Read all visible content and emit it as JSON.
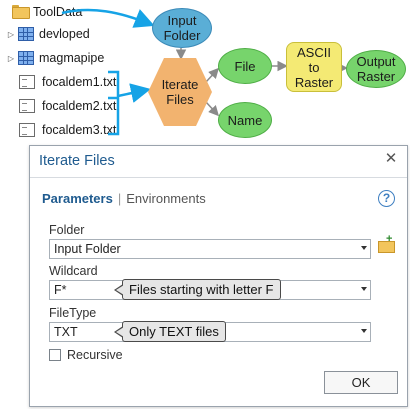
{
  "tree": {
    "root": "ToolData",
    "items": [
      "devloped",
      "magmapipe",
      "focaldem1.txt",
      "focaldem2.txt",
      "focaldem3.txt"
    ]
  },
  "diagram": {
    "input": "Input Folder",
    "iterate": "Iterate Files",
    "file": "File",
    "name": "Name",
    "ascii": "ASCII to Raster",
    "output": "Output Raster",
    "colors": {
      "connector": "#16a3e6",
      "input_node": "#5aaed6",
      "iterate_node": "#f2b36f",
      "variable_node": "#77d46c",
      "tool_node": "#f4ea74"
    }
  },
  "dialog": {
    "title": "Iterate Files",
    "tab_parameters": "Parameters",
    "tab_separator": "|",
    "tab_environments": "Environments",
    "help_symbol": "?",
    "close_symbol": "✕",
    "folder_label": "Folder",
    "folder_value": "Input Folder",
    "wildcard_label": "Wildcard",
    "wildcard_value": "F*",
    "wildcard_callout": "Files starting with letter F",
    "filetype_label": "FileType",
    "filetype_value": "TXT",
    "filetype_callout": "Only TEXT files",
    "recursive_label": "Recursive",
    "ok_label": "OK"
  }
}
